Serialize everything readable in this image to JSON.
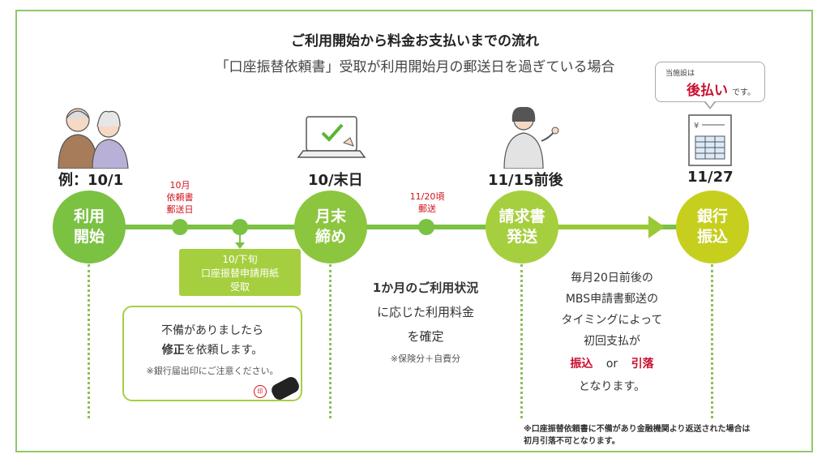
{
  "title": "ご利用開始から料金お支払いまでの流れ",
  "subtitle": "「口座振替依頼書」受取が利用開始月の郵送日を過ぎている場合",
  "bubble": {
    "line1": "当施設は",
    "highlight": "後払い",
    "suffix": "です。"
  },
  "steps": [
    {
      "date": "例：10/1",
      "label": "利用\n開始",
      "color": "#7bc142"
    },
    {
      "date": "10/末日",
      "label": "月末\n締め",
      "color": "#8cc63f"
    },
    {
      "date": "11/15前後",
      "label": "請求書\n発送",
      "color": "#a6cf3f"
    },
    {
      "date": "11/27",
      "label": "銀行\n振込",
      "color": "#c6cf1e"
    }
  ],
  "midpoints": {
    "irai": "10月\n依頼書\n郵送日",
    "send": "11/20頃\n郵送"
  },
  "greenbox": "10/下旬\n口座振替申請用紙\n受取",
  "note1": {
    "line1": "不備がありましたら",
    "bold": "修正",
    "line2_rest": "を依頼します。",
    "small": "※銀行届出印にご注意ください。",
    "stamp": "印"
  },
  "middle_text": {
    "bold": "1か月のご利用状況",
    "line2": "に応じた利用料金",
    "line3": "を確定",
    "small": "※保険分＋自費分"
  },
  "right_text": {
    "line1": "毎月20日前後の",
    "line2": "MBS申請書郵送の",
    "line3": "タイミングによって",
    "line4": "初回支払が",
    "opt1": "振込",
    "or": "or",
    "opt2": "引落",
    "line6": "となります。"
  },
  "footnote": {
    "line1": "※口座振替依頼書に不備があり金融機関より返送された場合は",
    "line2": "初月引落不可となります。"
  },
  "colors": {
    "border": "#8dc96a",
    "accent_red": "#c8102e",
    "timeline_green": "#7bc142"
  }
}
